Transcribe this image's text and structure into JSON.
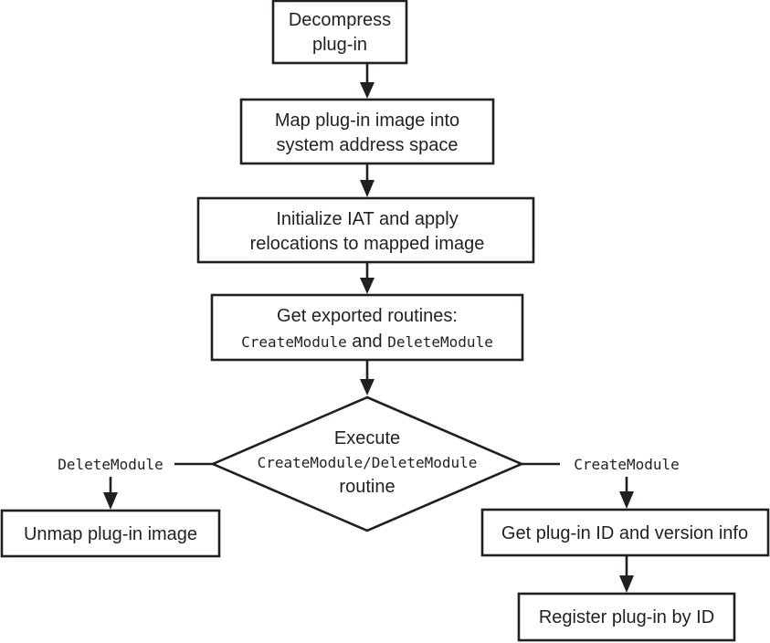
{
  "nodes": {
    "decompress": {
      "lines": [
        "Decompress",
        "plug-in"
      ]
    },
    "map_image": {
      "lines": [
        "Map plug-in image into",
        "system address space"
      ]
    },
    "init_iat": {
      "lines": [
        "Initialize IAT and apply",
        "relocations to mapped image"
      ]
    },
    "get_exports": {
      "line1": "Get exported routines:",
      "line2": {
        "code_a": "CreateModule",
        "text": " and ",
        "code_b": "DeleteModule"
      }
    },
    "execute": {
      "line1": "Execute",
      "line2": "CreateModule/DeleteModule",
      "line3": "routine"
    },
    "unmap": {
      "label": "Unmap plug-in image"
    },
    "get_id": {
      "label": "Get plug-in ID and version info"
    },
    "register": {
      "label": "Register plug-in by ID"
    }
  },
  "branches": {
    "left": "DeleteModule",
    "right": "CreateModule"
  },
  "colors": {
    "stroke": "#231f20",
    "fill": "#ffffff"
  }
}
